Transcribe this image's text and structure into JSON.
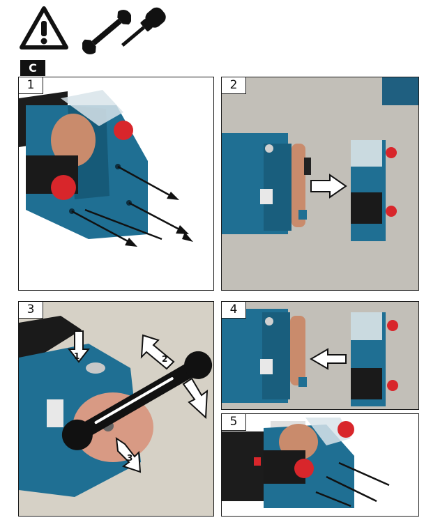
{
  "section": {
    "label": "C"
  },
  "steps": [
    {
      "number": "1"
    },
    {
      "number": "2"
    },
    {
      "number": "3"
    },
    {
      "number": "4"
    },
    {
      "number": "5"
    }
  ],
  "step3_arrows": {
    "a1": "1",
    "a2": "2",
    "a3": "3"
  },
  "icons": [
    "warning-icon",
    "wrench-icon",
    "screwdriver-icon"
  ],
  "colors": {
    "machine_blue": "#1f6f93",
    "knob_red": "#d8262b",
    "stone": "#c98b6c",
    "arrow": "#111111"
  }
}
